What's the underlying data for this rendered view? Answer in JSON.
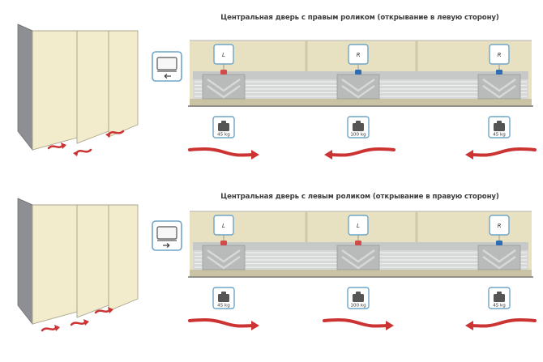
{
  "headings": {
    "top": "Центральная дверь с правым роликом (открывание в левую сторону)",
    "bottom": "Центральная дверь с левым роликом (открывание в правую сторону)"
  },
  "colors": {
    "wall": "#e7e1c1",
    "door_fill": "#f2eccc",
    "wardrobe_side": "#8d8f92",
    "rail": "#d6d8d8",
    "frame_line": "#b3b3b3",
    "arrow": "#cc3333",
    "icon_border": "#6fa5c9",
    "roller_left": "#d14b4b",
    "roller_right": "#2f6db3",
    "weight": "#555555"
  },
  "panels": [
    {
      "id": "top",
      "hint_arrow": "left",
      "rollers": [
        {
          "label": "L",
          "weight": "45 kg",
          "arrow": "right"
        },
        {
          "label": "R",
          "weight": "100 kg",
          "arrow": "left"
        },
        {
          "label": "R",
          "weight": "45 kg",
          "arrow": "left"
        }
      ]
    },
    {
      "id": "bottom",
      "hint_arrow": "right",
      "rollers": [
        {
          "label": "L",
          "weight": "45 kg",
          "arrow": "right"
        },
        {
          "label": "L",
          "weight": "100 kg",
          "arrow": "right"
        },
        {
          "label": "R",
          "weight": "45 kg",
          "arrow": "left"
        }
      ]
    }
  ]
}
